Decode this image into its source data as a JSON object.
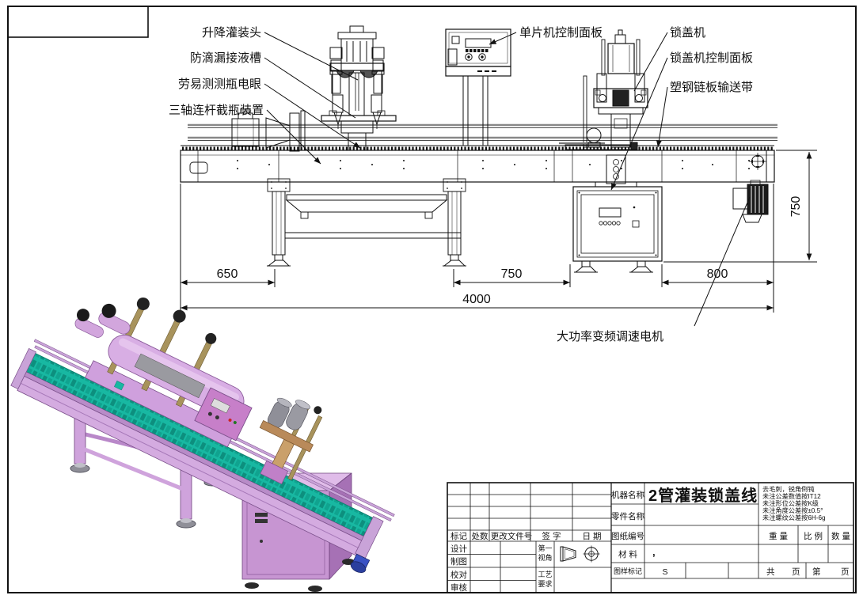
{
  "page": {
    "background": "#ffffff",
    "line_color": "#111111"
  },
  "annotations": {
    "left": [
      "升降灌装头",
      "防滴漏接液槽",
      "劳易测测瓶电眼",
      "三轴连杆截瓶装置"
    ],
    "right": [
      "单片机控制面板",
      "锁盖机",
      "锁盖机控制面板",
      "塑钢链板输送带"
    ],
    "motor": "大功率变频调速电机"
  },
  "dimensions": {
    "horizontal": [
      "650",
      "750",
      "800",
      "4000"
    ],
    "vertical": "750"
  },
  "title_block": {
    "machine_name_label": "机器名称",
    "machine_name": "2管灌装锁盖线",
    "part_name_label": "零件名称",
    "drawing_no_label": "图纸编号",
    "material_label": "材 料",
    "material_value": ",",
    "mark_label": "图样标记",
    "mark_value": "S",
    "weight_label": "重 量",
    "scale_label": "比 例",
    "qty_label": "数 量",
    "total_label": "共",
    "total_page_label": "页",
    "page_no_label": "第",
    "page_label": "页",
    "rev_headers": [
      "标记",
      "处数",
      "更改文件号",
      "签 字",
      "日 期"
    ],
    "sign_labels": [
      "设计",
      "制图",
      "校对",
      "审核"
    ],
    "first_angle_line1": "第一",
    "first_angle_line2": "视角",
    "process_line1": "工艺",
    "process_line2": "要求",
    "notes": [
      "去毛刺，锐角倒钝",
      "未注公差数值按IT12",
      "未注形位公差按K级",
      "未注角度公差按±0.5°",
      "未注螺纹公差按6H-6g"
    ]
  },
  "colors": {
    "machine_lilac": "#cfa3dc",
    "machine_lilac_dark": "#a671b5",
    "chain_teal": "#18b8a2",
    "cabinet_purple": "#c795d2",
    "panel_pink": "#c77fc9",
    "post_olive": "#a8935c",
    "motor_gray": "#8f8f98",
    "roller_blue": "#2b3f9e"
  }
}
